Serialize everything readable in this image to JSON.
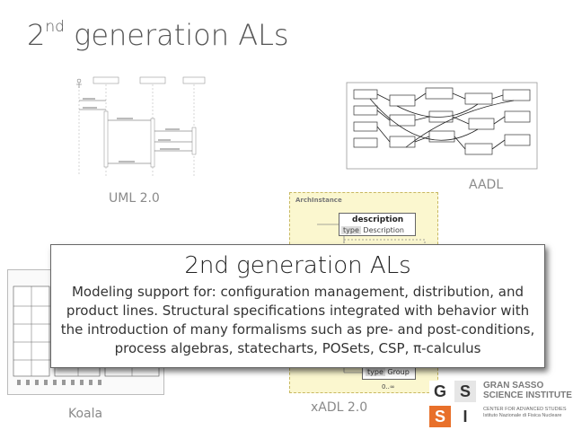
{
  "slide": {
    "title_prefix": "2",
    "title_sup": "nd",
    "title_rest": " generation ALs"
  },
  "captions": {
    "uml": "UML 2.0",
    "aadl": "AADL",
    "xadl": "xADL 2.0",
    "koala": "Koala"
  },
  "xadl_diagram": {
    "header": "ArchInstance",
    "description_label": "description",
    "type_label": "type",
    "type_value": "Description",
    "group_type": "type",
    "group_value": "Group",
    "cardinality": "0..∞"
  },
  "overlay": {
    "title": "2nd generation ALs",
    "body": "Modeling support for: configuration management, distribution, and product lines. Structural specifications integrated with behavior with the introduction of many formalisms such as pre- and post-conditions, process algebras, statecharts, POSets, CSP, π-calculus"
  },
  "logo": {
    "letters": [
      "G",
      "S",
      "S",
      "I"
    ],
    "name_line1": "GRAN SASSO",
    "name_line2": "SCIENCE INSTITUTE",
    "sub_line1": "CENTER FOR ADVANCED STUDIES",
    "sub_line2": "Istituto Nazionale di Fisica Nucleare",
    "colors": {
      "orange": "#e8702a",
      "gray": "#e6e6e6",
      "dark": "#333333"
    }
  }
}
